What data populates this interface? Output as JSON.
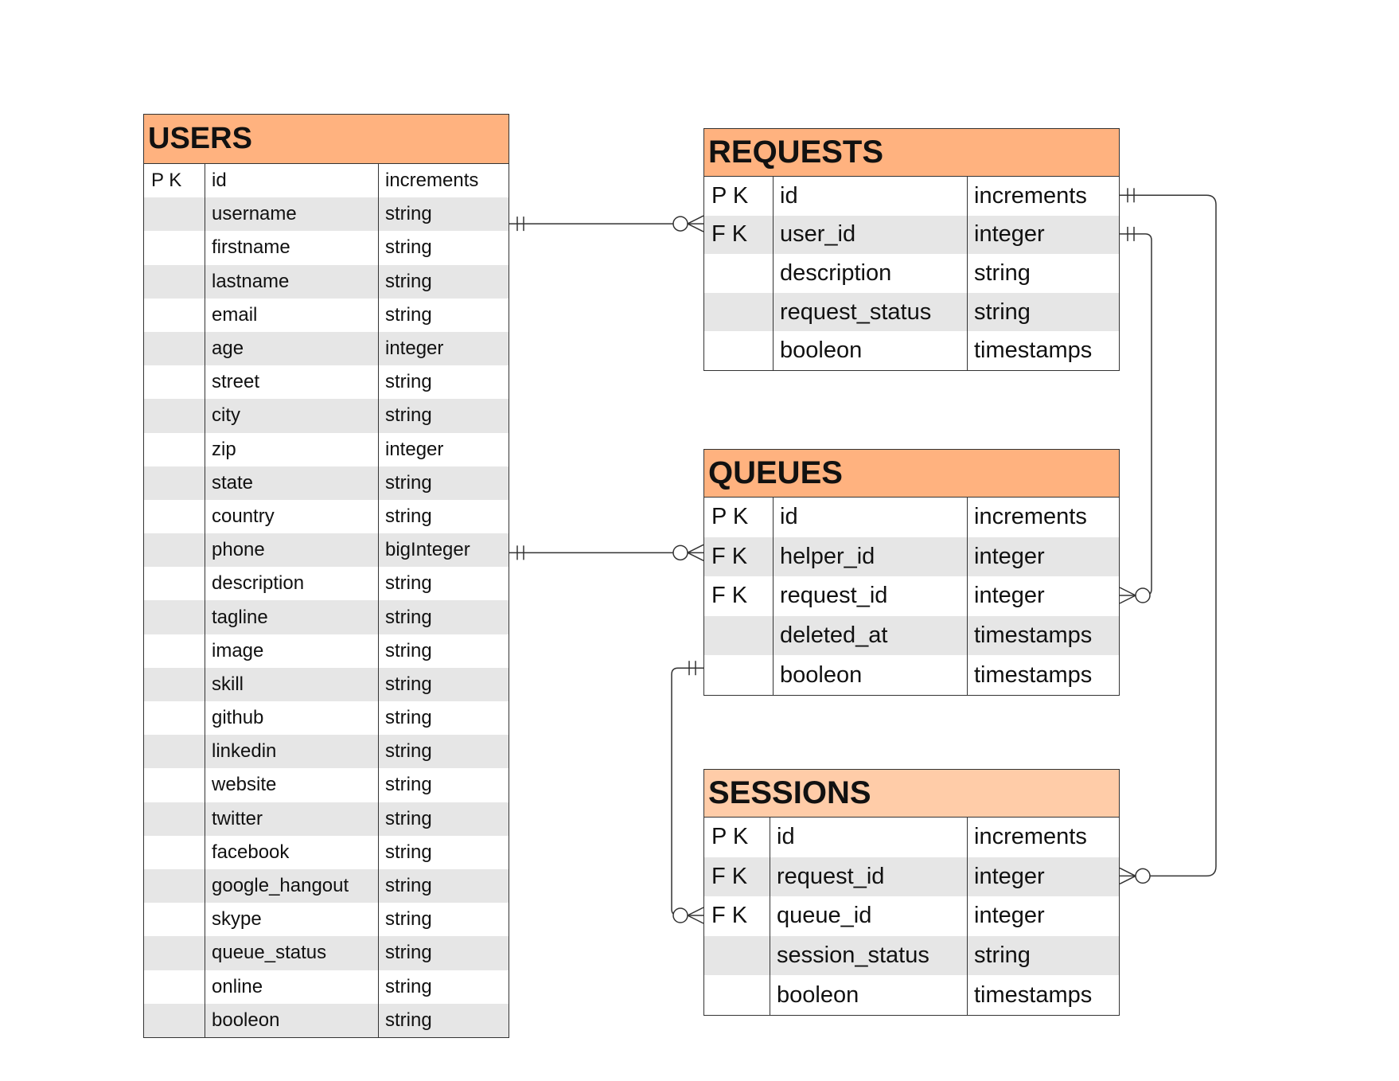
{
  "entities": {
    "users": {
      "title": "USERS",
      "rows": [
        {
          "key": "P K",
          "name": "id",
          "type": "increments"
        },
        {
          "key": "",
          "name": "username",
          "type": "string"
        },
        {
          "key": "",
          "name": "firstname",
          "type": "string"
        },
        {
          "key": "",
          "name": "lastname",
          "type": "string"
        },
        {
          "key": "",
          "name": "email",
          "type": "string"
        },
        {
          "key": "",
          "name": "age",
          "type": "integer"
        },
        {
          "key": "",
          "name": "street",
          "type": "string"
        },
        {
          "key": "",
          "name": "city",
          "type": "string"
        },
        {
          "key": "",
          "name": "zip",
          "type": "integer"
        },
        {
          "key": "",
          "name": "state",
          "type": "string"
        },
        {
          "key": "",
          "name": "country",
          "type": "string"
        },
        {
          "key": "",
          "name": "phone",
          "type": "bigInteger"
        },
        {
          "key": "",
          "name": "description",
          "type": "string"
        },
        {
          "key": "",
          "name": "tagline",
          "type": "string"
        },
        {
          "key": "",
          "name": "image",
          "type": "string"
        },
        {
          "key": "",
          "name": "skill",
          "type": "string"
        },
        {
          "key": "",
          "name": "github",
          "type": "string"
        },
        {
          "key": "",
          "name": "linkedin",
          "type": "string"
        },
        {
          "key": "",
          "name": "website",
          "type": "string"
        },
        {
          "key": "",
          "name": "twitter",
          "type": "string"
        },
        {
          "key": "",
          "name": "facebook",
          "type": "string"
        },
        {
          "key": "",
          "name": "google_hangout",
          "type": "string"
        },
        {
          "key": "",
          "name": "skype",
          "type": "string"
        },
        {
          "key": "",
          "name": "queue_status",
          "type": "string"
        },
        {
          "key": "",
          "name": "online",
          "type": "string"
        },
        {
          "key": "",
          "name": "booleon",
          "type": "string"
        }
      ]
    },
    "requests": {
      "title": "REQUESTS",
      "rows": [
        {
          "key": "P K",
          "name": "id",
          "type": "increments"
        },
        {
          "key": "F K",
          "name": "user_id",
          "type": "integer"
        },
        {
          "key": "",
          "name": "description",
          "type": "string"
        },
        {
          "key": "",
          "name": "request_status",
          "type": "string"
        },
        {
          "key": "",
          "name": "booleon",
          "type": "timestamps"
        }
      ]
    },
    "queues": {
      "title": "QUEUES",
      "rows": [
        {
          "key": "P K",
          "name": "id",
          "type": "increments"
        },
        {
          "key": "F K",
          "name": "helper_id",
          "type": "integer"
        },
        {
          "key": "F K",
          "name": "request_id",
          "type": "integer"
        },
        {
          "key": "",
          "name": "deleted_at",
          "type": "timestamps"
        },
        {
          "key": "",
          "name": "booleon",
          "type": "timestamps"
        }
      ]
    },
    "sessions": {
      "title": "SESSIONS",
      "rows": [
        {
          "key": "P K",
          "name": "id",
          "type": "increments"
        },
        {
          "key": "F K",
          "name": "request_id",
          "type": "integer"
        },
        {
          "key": "F K",
          "name": "queue_id",
          "type": "integer"
        },
        {
          "key": "",
          "name": "session_status",
          "type": "string"
        },
        {
          "key": "",
          "name": "booleon",
          "type": "timestamps"
        }
      ]
    }
  },
  "relationships": [
    {
      "from": "users.username",
      "to": "requests.user_id",
      "from_end": "one",
      "to_end": "zero-or-many"
    },
    {
      "from": "users.phone",
      "to": "queues.helper_id",
      "from_end": "one",
      "to_end": "zero-or-many"
    },
    {
      "from": "requests.user_id",
      "to": "queues.request_id",
      "from_end": "one",
      "to_end": "zero-or-many"
    },
    {
      "from": "requests.id",
      "to": "sessions.request_id",
      "from_end": "one",
      "to_end": "zero-or-many"
    },
    {
      "from": "queues.booleon",
      "to": "sessions.queue_id",
      "from_end": "one",
      "to_end": "zero-or-many"
    }
  ],
  "colors": {
    "header": "#ffb27f",
    "header_light": "#ffcca8",
    "row_alt": "#e6e6e6",
    "line": "#333333"
  }
}
